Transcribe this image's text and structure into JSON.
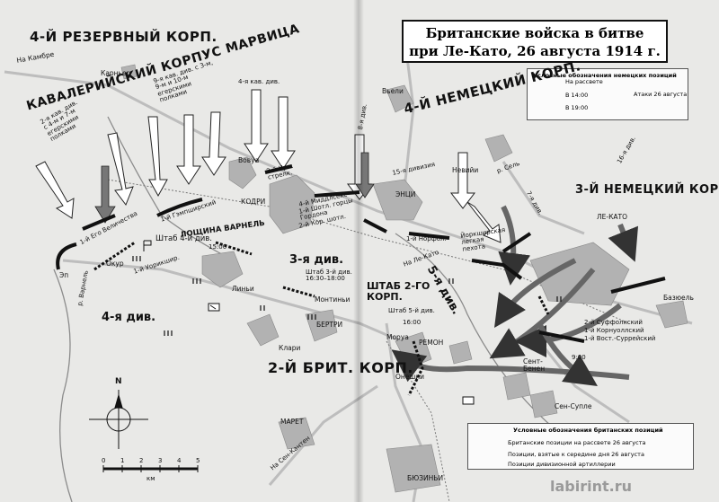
{
  "title": {
    "line1": "Британские войска в битве",
    "line2": "при Ле-Като, 26 августа 1914 г."
  },
  "legend_german": {
    "heading": "Условные обозначения немецких позиций",
    "items": [
      "На рассвете",
      "В 14:00",
      "В 19:00"
    ],
    "attacks": "Атаки 26 августа"
  },
  "legend_british": {
    "heading": "Условные обозначения британских позиций",
    "items": [
      "Британские позиции на рассвете 26 августа",
      "Позиции, взятые к середине дня 26 августа",
      "Позиции дивизионной артиллерии"
    ]
  },
  "corps_labels": {
    "reserve4": "4-Й РЕЗЕРВНЫЙ КОРП.",
    "marwitz": "КАВАЛЕРИЙСКИЙ КОРПУС МАРВИЦА",
    "german4": "4-Й НЕМЕЦКИЙ КОРП.",
    "german3": "3-Й НЕМЕЦКИЙ КОРП.",
    "british2": "2-Й БРИТ. КОРП.",
    "hq2": "ШТАБ 2-ГО КОРП."
  },
  "division_labels": {
    "div3": "3-я див.",
    "div4": "4-я див.",
    "div5": "5-я див."
  },
  "german_units": {
    "cav2": "2-я кав. див. с 4-м и 7-м егерскими полками",
    "cav9": "9-я кав. див. с 3-м, 9-м и 10-м егерскими полками",
    "cav4": "4-я кав. див.",
    "div8": "8-я див.",
    "div15": "15-я дивизия",
    "div7": "7-я див.",
    "div16": "16-я див."
  },
  "british_units": {
    "regiment1": "1-й Его Величества",
    "inniskilling": "1-й Гэмпширский",
    "warwick": "1-й Уорикшир.",
    "hq4": "Штаб 4-й див.",
    "irish": "2-й Ирл. стрелк.",
    "middlesex": "4-й Миддлсекс",
    "gordons": "1-й Шотл. горцы Гордона",
    "scots": "2-й Кор. шотл.",
    "norfolk": "1-й Норфол.",
    "yorkshire": "Йоркширская легкая пехота",
    "hq3": "Штаб 3-й див. 16:30–18:00",
    "hq5": "Штаб 5-й див.",
    "suffolk": "2-й Суффолкский",
    "cornwall": "1-й Корнуоллский",
    "surrey": "1-й Вост.-Суррейский"
  },
  "places": {
    "cambrai": "На Камбре",
    "carnieres": "Карньер",
    "boussieres": "Вовуа",
    "caudry": "КОДРИ",
    "inchy": "ЭНЦИ",
    "ligny": "Линьи",
    "esnes": "Эп",
    "haucourt": "Окур",
    "montigny": "Монтиньи",
    "bertry": "БЕРТРИ",
    "clary": "Клари",
    "maurois": "Моруа",
    "reumont": "РЕМОН",
    "honnechy": "Онешии",
    "busigny": "БЮЗИНЬИ",
    "maretz": "МАРЕТ",
    "le_cateau": "ЛЕ-КАТО",
    "neuvilly": "Невийи",
    "viesly": "Вьели",
    "st_benin": "Сент-Бенен",
    "st_souplet": "Сен-Супле",
    "bazuel": "Базюель",
    "ravine": "ЛОЩИНА ВАРНЕЛЬ",
    "river_selle": "р. Сель",
    "river_warnelle": "р. Варнель",
    "to_saint_quentin": "На Сен-Кантен",
    "le_cateau_road": "На Ле-Като",
    "km": "км"
  },
  "times": {
    "t1500": "15:00",
    "t1600": "16:00",
    "t0900": "9:00"
  },
  "scale": {
    "ticks": [
      "0",
      "1",
      "2",
      "3",
      "4",
      "5"
    ]
  },
  "compass": {
    "n": "N"
  },
  "watermark": "labirint.ru"
}
